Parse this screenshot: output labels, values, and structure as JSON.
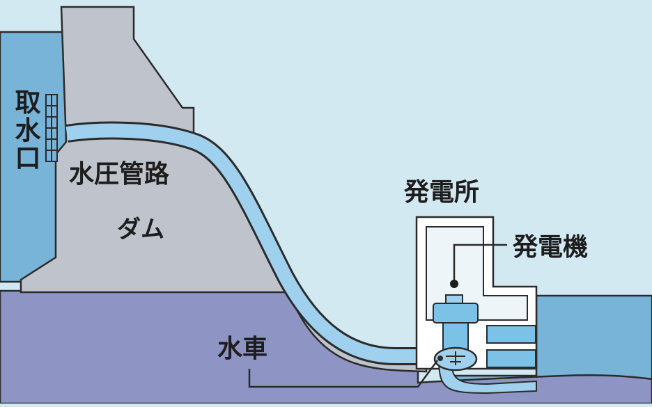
{
  "labels": {
    "intake": "取水口",
    "penstock": "水圧管路",
    "dam": "ダム",
    "turbine": "水車",
    "power_plant": "発電所",
    "generator": "発電機"
  },
  "colors": {
    "sky": "#d3e9f2",
    "reservoir_water": "#78b3d8",
    "river_water": "#78b3d8",
    "dam_concrete": "#bfc4cc",
    "ground": "#8e94c4",
    "penstock_water": "#9fd0ee",
    "building": "#ffffff",
    "generator_unit": "#7cc1e6",
    "outline": "#2b2b2b"
  }
}
